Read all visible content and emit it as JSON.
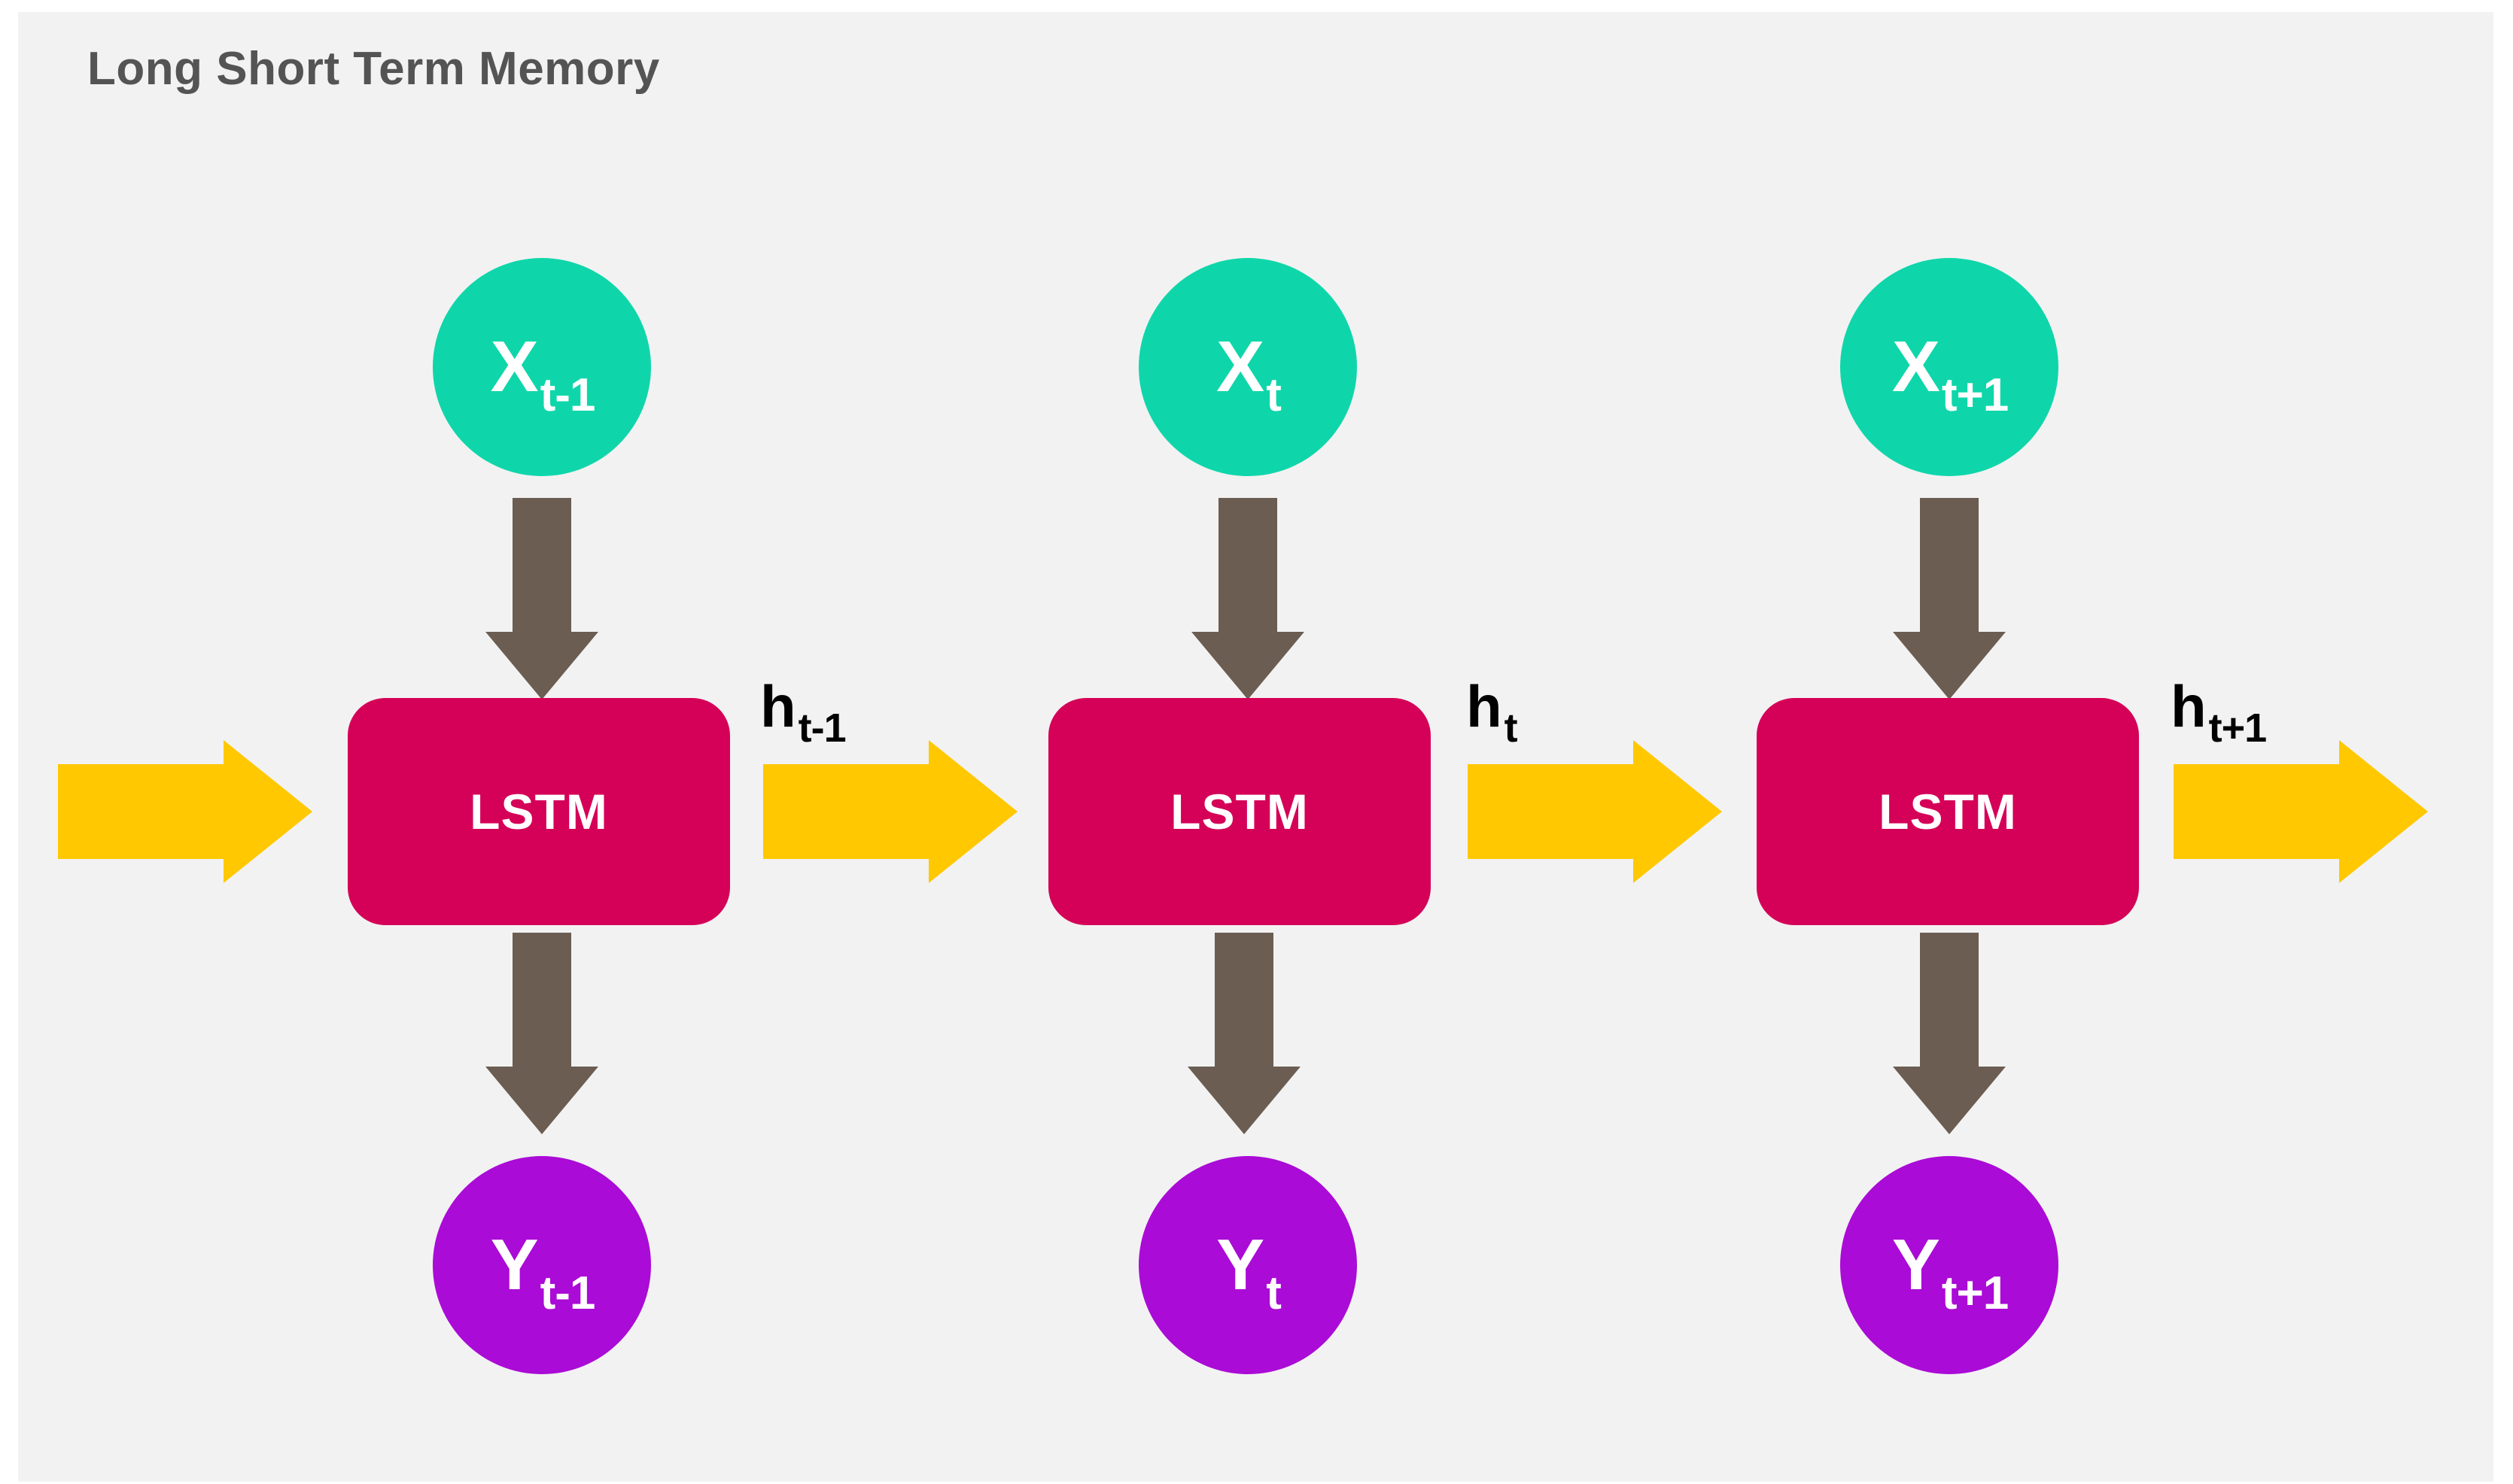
{
  "diagram": {
    "title": "Long Short Term Memory",
    "colors": {
      "background": "#ffffff",
      "panel": "#f2f2f2",
      "title_text": "#545454",
      "input_node": "#0fd6aa",
      "cell_box": "#d50057",
      "output_node": "#aa0bd6",
      "vertical_arrow": "#6b5d52",
      "horizontal_arrow": "#ffc800",
      "state_label_text": "#000000",
      "node_text": "#ffffff"
    },
    "timesteps": [
      {
        "id": "t-minus-1",
        "input": {
          "base": "X",
          "sub": "t-1"
        },
        "cell": {
          "label": "LSTM"
        },
        "output": {
          "base": "Y",
          "sub": "t-1"
        },
        "hidden_state": {
          "base": "h",
          "sub": "t-1"
        }
      },
      {
        "id": "t",
        "input": {
          "base": "X",
          "sub": "t"
        },
        "cell": {
          "label": "LSTM"
        },
        "output": {
          "base": "Y",
          "sub": "t"
        },
        "hidden_state": {
          "base": "h",
          "sub": "t"
        }
      },
      {
        "id": "t-plus-1",
        "input": {
          "base": "X",
          "sub": "t+1"
        },
        "cell": {
          "label": "LSTM"
        },
        "output": {
          "base": "Y",
          "sub": "t+1"
        },
        "hidden_state": {
          "base": "h",
          "sub": "t+1"
        }
      }
    ]
  }
}
